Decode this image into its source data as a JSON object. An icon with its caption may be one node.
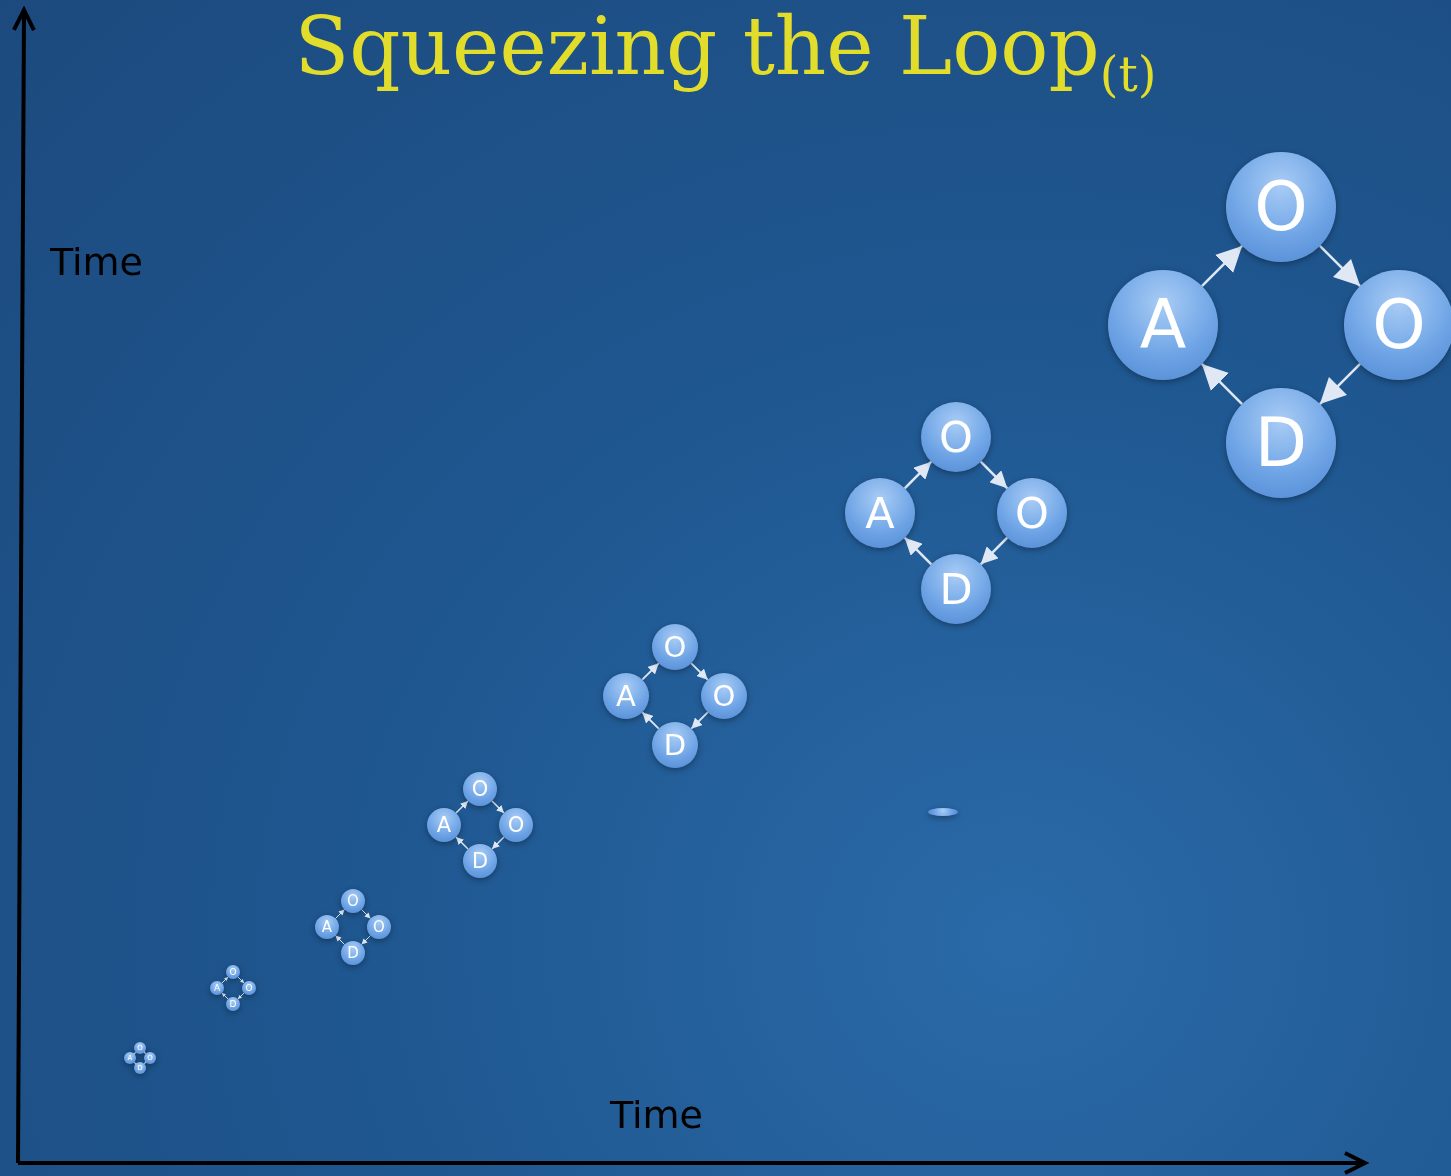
{
  "diagram": {
    "title": "Squeezing the Loop$_{(t)}$",
    "nodes": [
      {
        "text": [
          "O"
        ]
      },
      {
        "text": [
          "A"
        ]
      },
      {
        "text": [
          "O"
        ]
      },
      {
        "text": [
          "D"
        ]
      },
      {
        "text": [
          "O"
        ]
      },
      {
        "text": [
          "A"
        ]
      },
      {
        "text": [
          "O"
        ]
      },
      {
        "text": [
          "D"
        ]
      },
      {
        "text": [
          "O"
        ]
      },
      {
        "text": [
          "A"
        ]
      },
      {
        "text": [
          "O"
        ]
      },
      {
        "text": [
          "D"
        ]
      },
      {
        "text": [
          "O"
        ]
      },
      {
        "text": [
          "A"
        ]
      },
      {
        "text": [
          "O"
        ]
      },
      {
        "text": [
          "D"
        ]
      },
      {
        "text": [
          "O"
        ]
      },
      {
        "text": [
          "A"
        ]
      },
      {
        "text": [
          "O"
        ]
      },
      {
        "text": [
          "D"
        ]
      },
      {
        "text": [
          "O"
        ]
      },
      {
        "text": [
          "A"
        ]
      },
      {
        "text": [
          "O"
        ]
      },
      {
        "text": [
          "D"
        ]
      },
      {
        "text": [
          "O"
        ]
      },
      {
        "text": [
          "A"
        ]
      },
      {
        "text": [
          "O"
        ]
      },
      {
        "text": [
          "D"
        ]
      },
      {
        "text": [],
        "shape": "ellipse"
      }
    ],
    "edges": [
      {
        "from": 1,
        "to": 0,
        "arrow": "to"
      },
      {
        "from": 0,
        "to": 2,
        "arrow": "to"
      },
      {
        "from": 2,
        "to": 3,
        "arrow": "to"
      },
      {
        "from": 3,
        "to": 1,
        "arrow": "to"
      },
      {
        "from": 5,
        "to": 4,
        "arrow": "to"
      },
      {
        "from": 4,
        "to": 6,
        "arrow": "to"
      },
      {
        "from": 6,
        "to": 7,
        "arrow": "to"
      },
      {
        "from": 7,
        "to": 5,
        "arrow": "to"
      },
      {
        "from": 9,
        "to": 8,
        "arrow": "to"
      },
      {
        "from": 8,
        "to": 10,
        "arrow": "to"
      },
      {
        "from": 10,
        "to": 11,
        "arrow": "to"
      },
      {
        "from": 11,
        "to": 9,
        "arrow": "to"
      },
      {
        "from": 13,
        "to": 12,
        "arrow": "to"
      },
      {
        "from": 12,
        "to": 14,
        "arrow": "to"
      },
      {
        "from": 14,
        "to": 15,
        "arrow": "to"
      },
      {
        "from": 15,
        "to": 13,
        "arrow": "to"
      },
      {
        "from": 17,
        "to": 16,
        "arrow": "to"
      },
      {
        "from": 16,
        "to": 18,
        "arrow": "to"
      },
      {
        "from": 18,
        "to": 19,
        "arrow": "to"
      },
      {
        "from": 19,
        "to": 17,
        "arrow": "to"
      },
      {
        "from": 21,
        "to": 20,
        "arrow": "to"
      },
      {
        "from": 20,
        "to": 22,
        "arrow": "to"
      },
      {
        "from": 22,
        "to": 23,
        "arrow": "to"
      },
      {
        "from": 23,
        "to": 21,
        "arrow": "to"
      },
      {
        "from": 25,
        "to": 24,
        "arrow": "to"
      },
      {
        "from": 24,
        "to": 26,
        "arrow": "to"
      },
      {
        "from": 26,
        "to": 27,
        "arrow": "to"
      },
      {
        "from": 27,
        "to": 25,
        "arrow": "to"
      }
    ],
    "labels": [
      "Time",
      "Time"
    ]
  }
}
